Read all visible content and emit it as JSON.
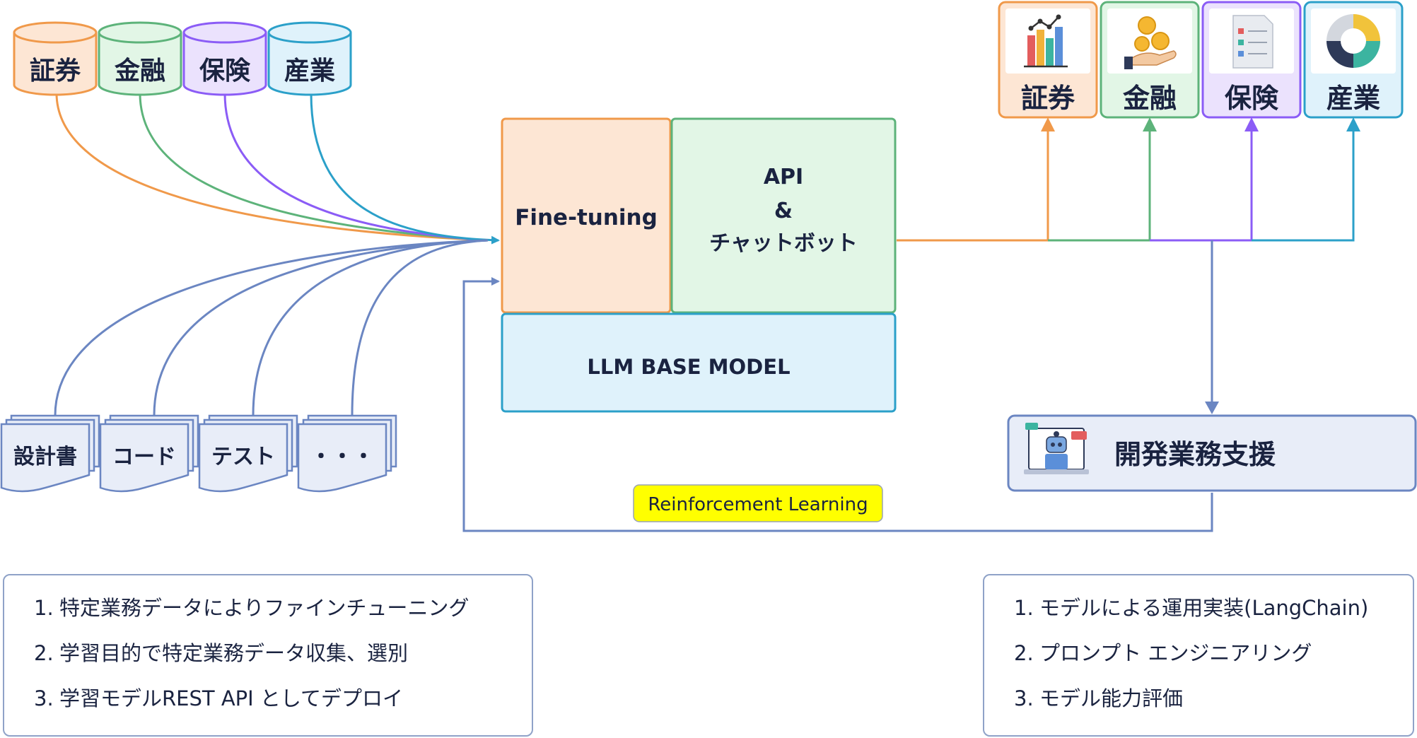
{
  "sources": {
    "databases": [
      {
        "label": "証券",
        "color": "#f0994a",
        "fill": "#fde6d4"
      },
      {
        "label": "金融",
        "color": "#5db37a",
        "fill": "#e2f6e6"
      },
      {
        "label": "保険",
        "color": "#8b5cf6",
        "fill": "#ebe2fd"
      },
      {
        "label": "産業",
        "color": "#2ba0c9",
        "fill": "#dff2fb"
      }
    ],
    "documents": [
      {
        "label": "設計書"
      },
      {
        "label": "コード"
      },
      {
        "label": "テスト"
      },
      {
        "label": "・・・"
      }
    ],
    "document_color": "#6b86c2"
  },
  "center": {
    "finetuning": "Fine-tuning",
    "api_lines": [
      "API",
      "&",
      "チャットボット"
    ],
    "base_model": "LLM BASE MODEL"
  },
  "outputs": [
    {
      "label": "証券",
      "icon": "bar-chart-icon",
      "color": "#f0994a",
      "fill": "#fde6d4"
    },
    {
      "label": "金融",
      "icon": "coins-hand-icon",
      "color": "#5db37a",
      "fill": "#e2f6e6"
    },
    {
      "label": "保険",
      "icon": "checklist-icon",
      "color": "#8b5cf6",
      "fill": "#ebe2fd"
    },
    {
      "label": "産業",
      "icon": "donut-chart-icon",
      "color": "#2ba0c9",
      "fill": "#dff2fb"
    }
  ],
  "dev_support": {
    "label": "開発業務支援",
    "icon": "robot-icon"
  },
  "feedback": {
    "label": "Reinforcement Learning",
    "highlight": "#ffff00"
  },
  "left_list": [
    {
      "num": "1.",
      "text": "特定業務データによりファインチューニング"
    },
    {
      "num": "2.",
      "text": "学習目的で特定業務データ収集、選別"
    },
    {
      "num": "3.",
      "text": "学習モデルREST API としてデプロイ"
    }
  ],
  "right_list": [
    {
      "num": "1.",
      "text": "モデルによる運用実装(LangChain)"
    },
    {
      "num": "2.",
      "text": "プロンプト エンジニアリング"
    },
    {
      "num": "3.",
      "text": "モデル能力評価"
    }
  ]
}
